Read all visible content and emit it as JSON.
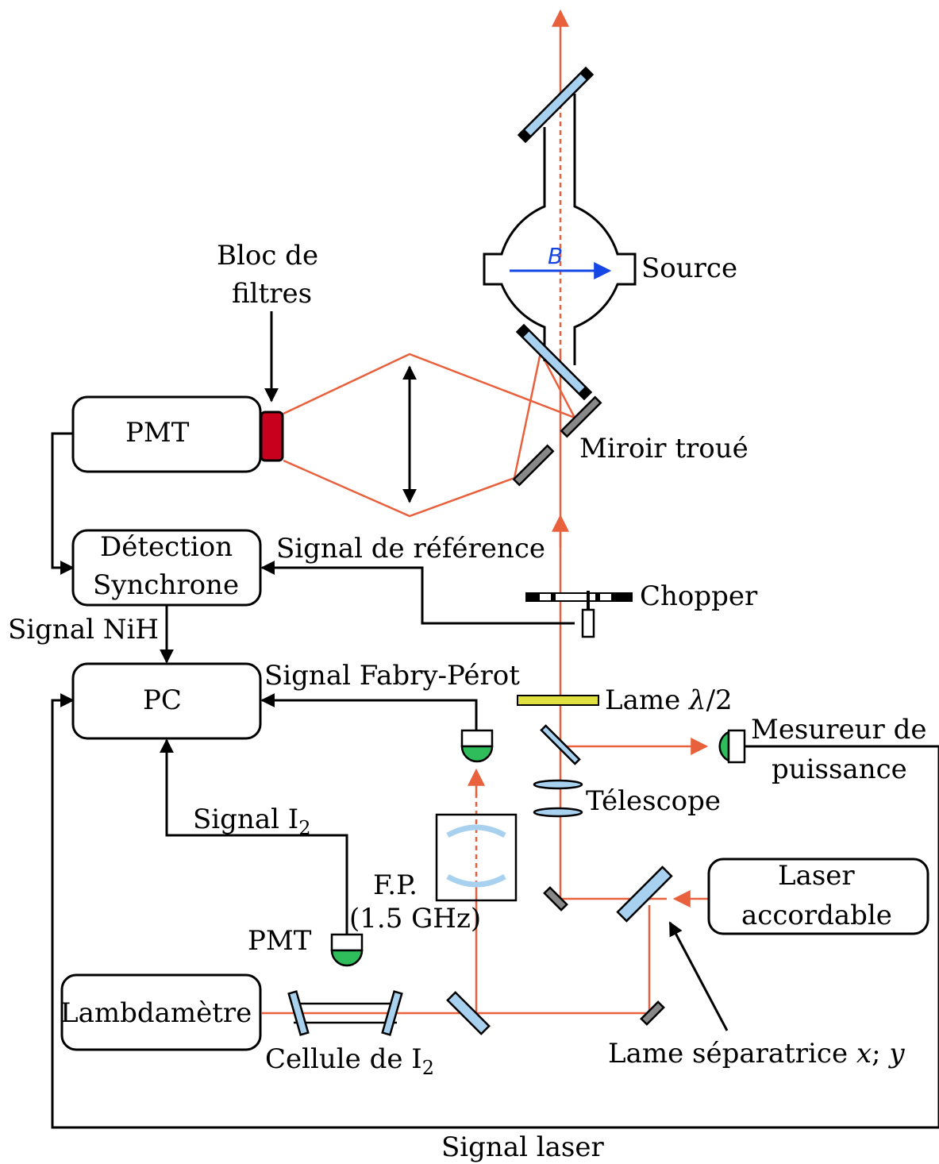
{
  "labels": {
    "bloc_de": "Bloc de",
    "filtres": "filtres",
    "source": "Source",
    "b_field": "B",
    "pmt_top": "PMT",
    "miroir_troue": "Miroir troué",
    "detection_1": "Détection",
    "detection_2": "Synchrone",
    "signal_reference": "Signal de référence",
    "chopper": "Chopper",
    "signal_nih": "Signal NiH",
    "pc": "PC",
    "signal_fabry_perot": "Signal Fabry-Pérot",
    "lame_prefix": "Lame ",
    "lame_lambda": "λ",
    "lame_suffix": "/2",
    "mesureur_1": "Mesureur de",
    "mesureur_2": "puissance",
    "telescope": "Télescope",
    "signal_i2_prefix": "Signal I",
    "signal_i2_sub": "2",
    "fp_1": "F.P.",
    "fp_2": "(1.5 GHz)",
    "laser_1": "Laser",
    "laser_2": "accordable",
    "pmt_bottom": "PMT",
    "lambdametre": "Lambdamètre",
    "cellule_prefix": "Cellule de I",
    "cellule_sub": "2",
    "lame_sep_prefix": "Lame séparatrice ",
    "lame_sep_x": "x",
    "lame_sep_semi": "; ",
    "lame_sep_y": "y",
    "signal_laser": "Signal laser"
  },
  "colors": {
    "beam": "#e8603c",
    "optic_blue": "#a8d1f0",
    "filter_red": "#c8001e",
    "detector_green": "#2ebd5a",
    "b_field_blue": "#1546e6",
    "half_wave_plate": "#e0e040",
    "mirror_gray": "#888888"
  }
}
